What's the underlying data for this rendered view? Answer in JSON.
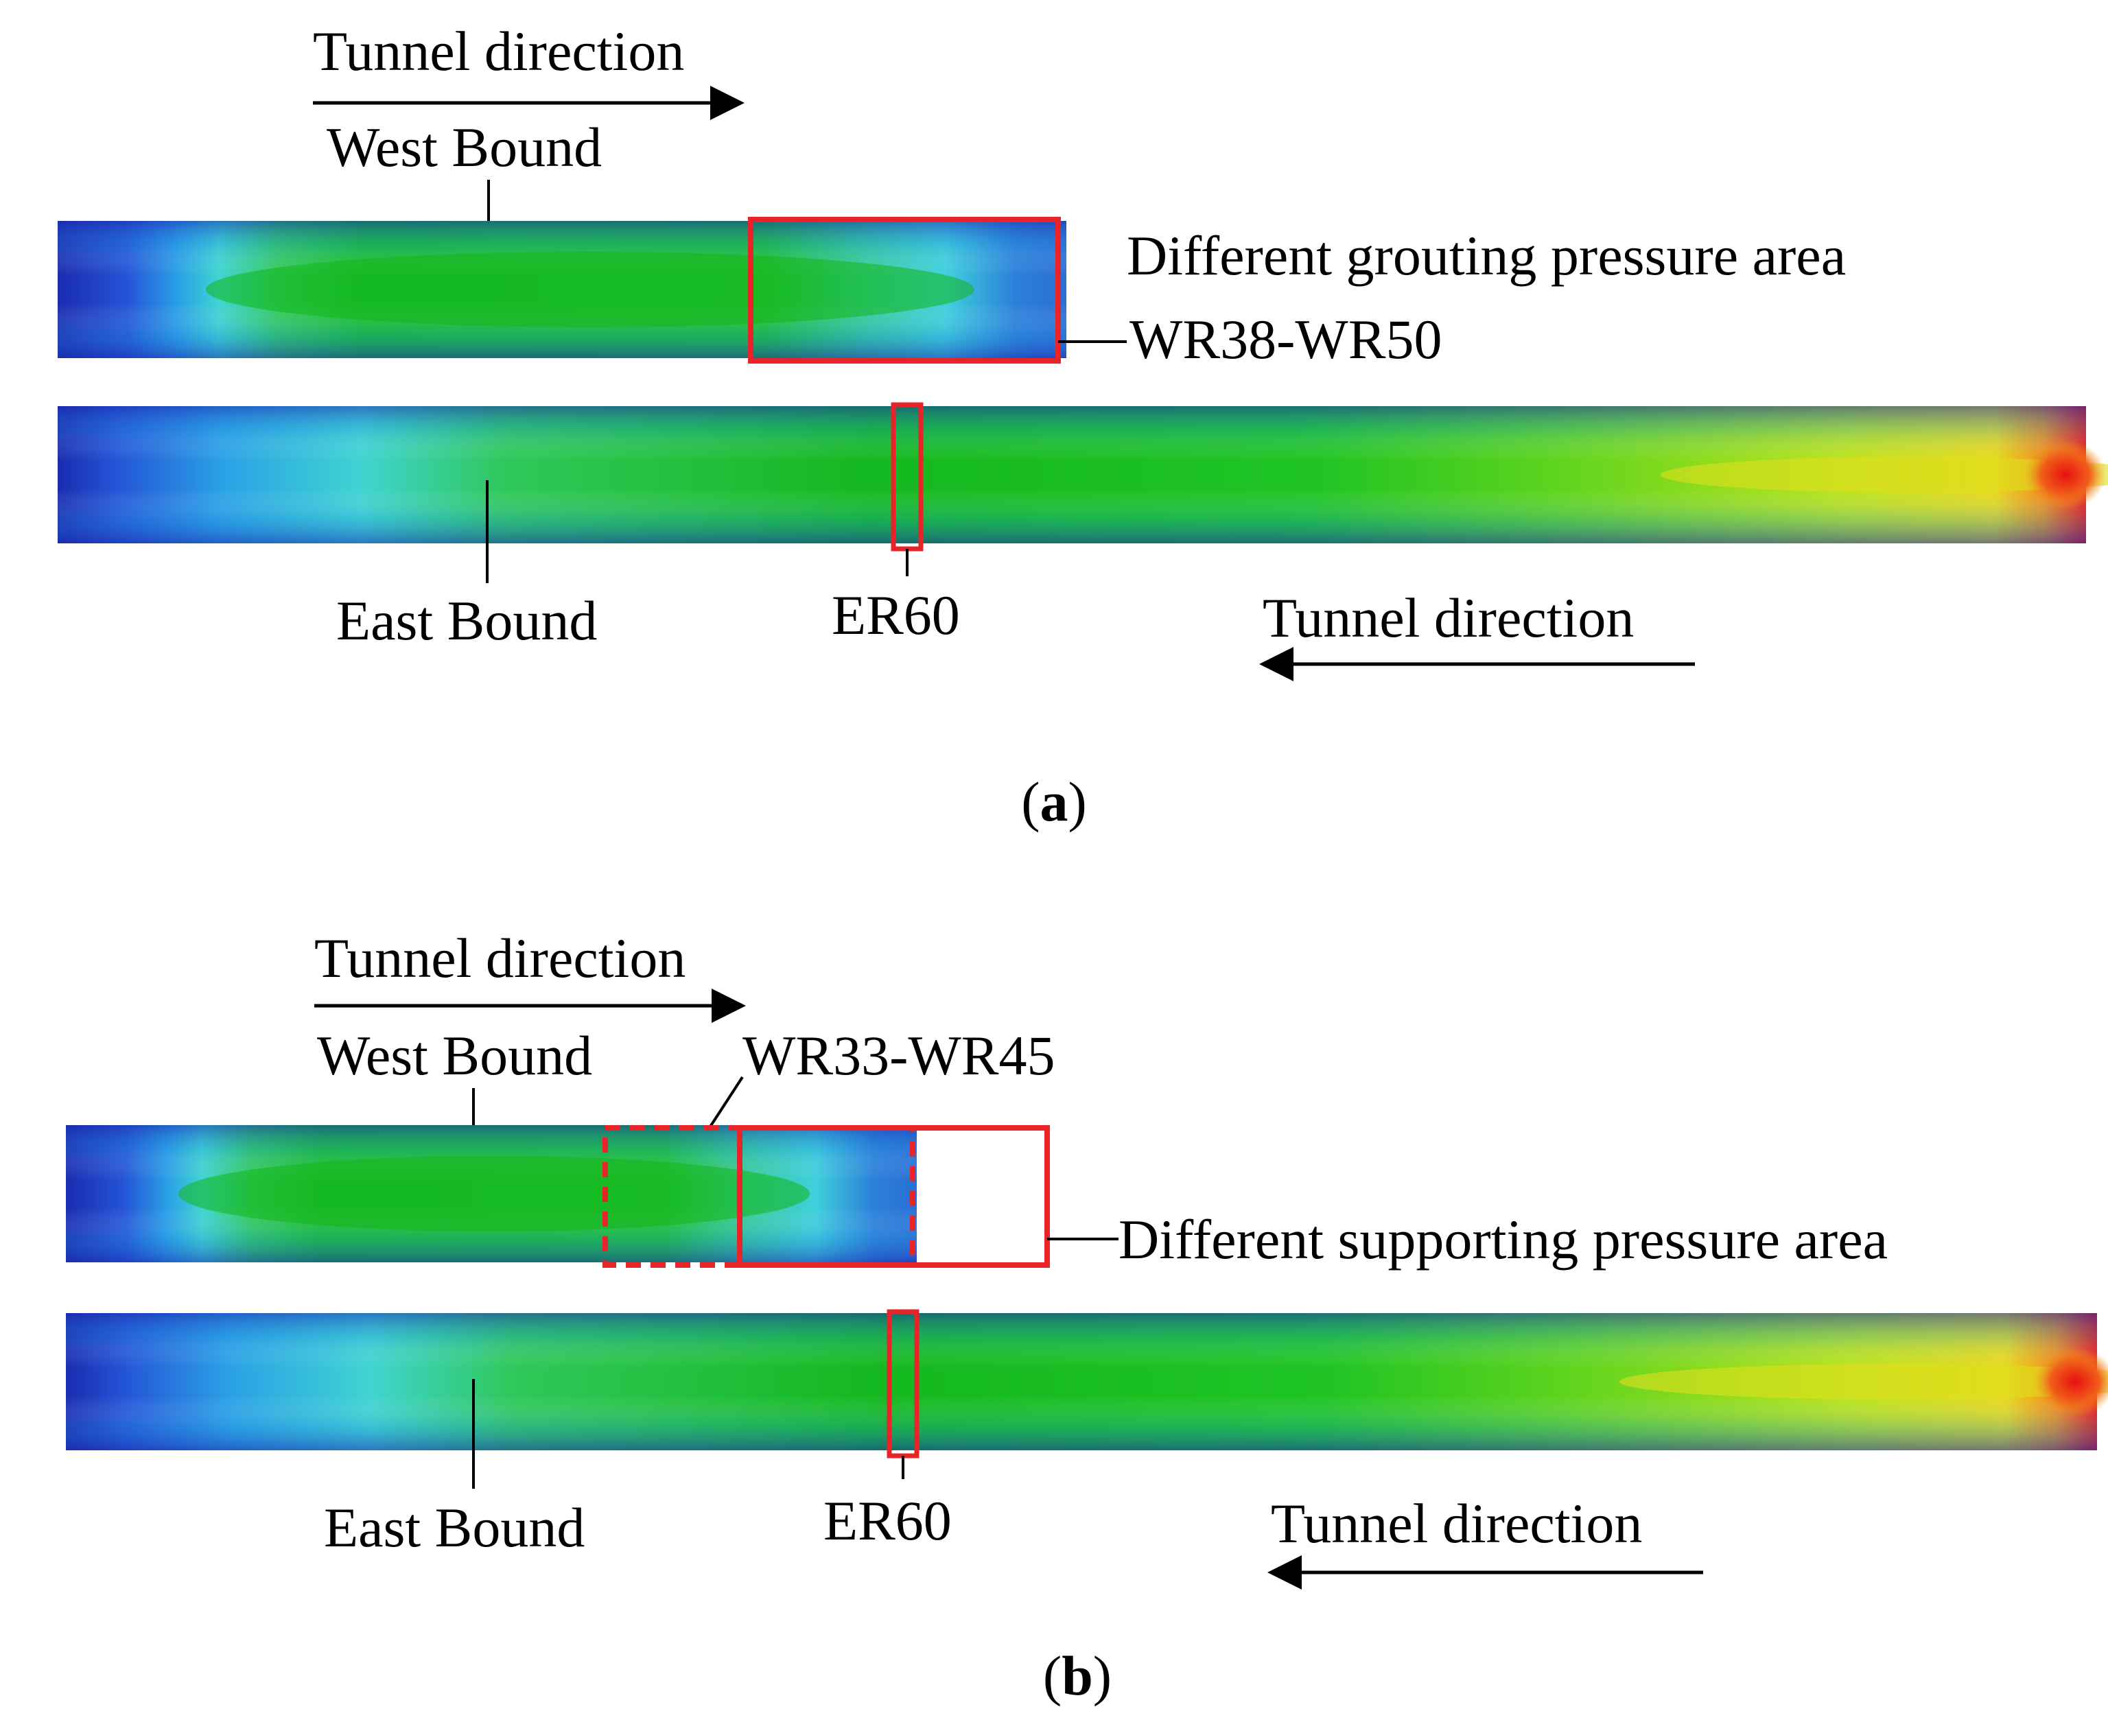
{
  "panels": [
    {
      "id": "a",
      "caption": "a",
      "west_label": "West Bound",
      "east_label": "East Bound",
      "top_direction": "Tunnel direction",
      "bottom_direction": "Tunnel direction",
      "zone_ring_label": "WR38-WR50",
      "zone_area_label": "Different grouting pressure area",
      "east_ring_label": "ER60"
    },
    {
      "id": "b",
      "caption": "b",
      "west_label": "West Bound",
      "east_label": "East Bound",
      "top_direction": "Tunnel direction",
      "bottom_direction": "Tunnel direction",
      "zone_ring_label": "WR33-WR45",
      "zone_area_label": "Different supporting pressure area",
      "east_ring_label": "ER60"
    }
  ],
  "colors": {
    "highlight_box": "#e8232a",
    "contour_low": "#1f2fb8",
    "contour_mid_low": "#2a8fe0",
    "contour_cyan": "#3ed6e6",
    "contour_mid": "#1fc23a",
    "contour_green": "#11b81f",
    "contour_yellow": "#e3e21e",
    "contour_high": "#e81a1a"
  }
}
